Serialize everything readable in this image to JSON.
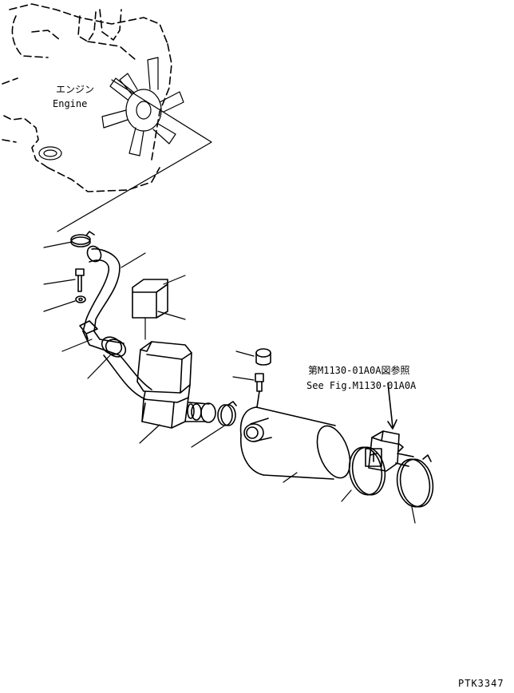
{
  "engine_label_jp": "エンジン",
  "engine_label_en": "Engine",
  "ref_label_jp": "第M1130-01A0A図参照",
  "ref_label_en": "See Fig.M1130-01A0A",
  "drawing_code": "PTK3347",
  "parts": [
    {
      "id": "clamp-upper",
      "name": "hose-clamp-upper"
    },
    {
      "id": "hose",
      "name": "intake-hose"
    },
    {
      "id": "bolt",
      "name": "bolt"
    },
    {
      "id": "washer",
      "name": "washer"
    },
    {
      "id": "bracket",
      "name": "mounting-bracket"
    },
    {
      "id": "clamp-lower",
      "name": "hose-clamp-lower"
    },
    {
      "id": "cap",
      "name": "cover-cap"
    },
    {
      "id": "cover",
      "name": "cover-block"
    },
    {
      "id": "elbow",
      "name": "elbow-housing"
    },
    {
      "id": "clamp-mid",
      "name": "hose-clamp-mid"
    },
    {
      "id": "indicator-cap",
      "name": "indicator-cap"
    },
    {
      "id": "indicator",
      "name": "dust-indicator"
    },
    {
      "id": "air-cleaner",
      "name": "air-cleaner-body"
    },
    {
      "id": "band-1",
      "name": "band-clamp"
    },
    {
      "id": "band-2",
      "name": "band-clamp-2"
    }
  ]
}
